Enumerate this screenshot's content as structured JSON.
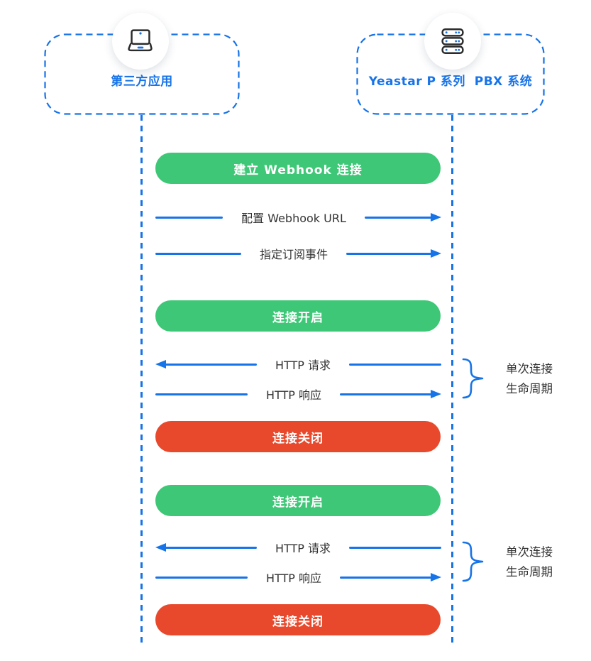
{
  "colors": {
    "blue": "#1673E8",
    "green": "#3EC776",
    "red": "#E8492C",
    "dark_text": "#333333"
  },
  "actors": {
    "third_party": {
      "label": "第三方应用",
      "icon": "laptop-icon"
    },
    "pbx": {
      "label": "Yeastar P 系列  PBX 系统",
      "icon": "server-icon"
    }
  },
  "flow": {
    "establish": "建立 Webhook 连接",
    "configure_url": "配置 Webhook URL",
    "subscribe_events": "指定订阅事件",
    "cycle1": {
      "open": "连接开启",
      "request": "HTTP 请求",
      "response": "HTTP 响应",
      "close": "连接关闭",
      "annotation": {
        "line1": "单次连接",
        "line2": "生命周期"
      }
    },
    "cycle2": {
      "open": "连接开启",
      "request": "HTTP 请求",
      "response": "HTTP 响应",
      "close": "连接关闭",
      "annotation": {
        "line1": "单次连接",
        "line2": "生命周期"
      }
    }
  }
}
